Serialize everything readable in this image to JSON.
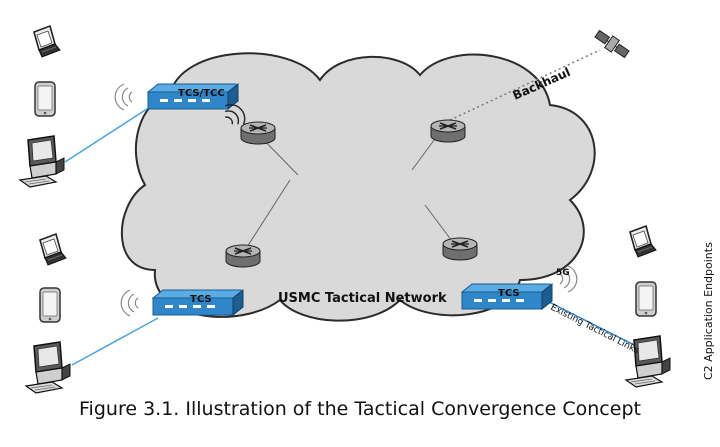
{
  "network_label": "USMC Tactical Network",
  "backhaul_label": "Backhaul",
  "top_node_label": "TCS/TCC",
  "left_node_label": "TCS",
  "right_node_label": "TCS",
  "fiveg_label": "5G",
  "tactical_links_label": "Existing Tactical Links",
  "endpoints_label": "C2 Application Endpoints",
  "caption": "Figure 3.1. Illustration of the Tactical Convergence Concept",
  "colors": {
    "cloud_fill": "#d9d9d9",
    "cloud_stroke": "#2b2b2b",
    "tcs_blue": "#2f86c8",
    "tcs_dark": "#1c5d92",
    "link_blue": "#4aa3dd",
    "router_gray": "#8a8a8a"
  },
  "icons": [
    "laptop-icon",
    "smartphone-icon",
    "desktop-computer-icon",
    "router-icon",
    "satellite-icon",
    "wireless-signal-icon",
    "tcs-switch-icon"
  ]
}
